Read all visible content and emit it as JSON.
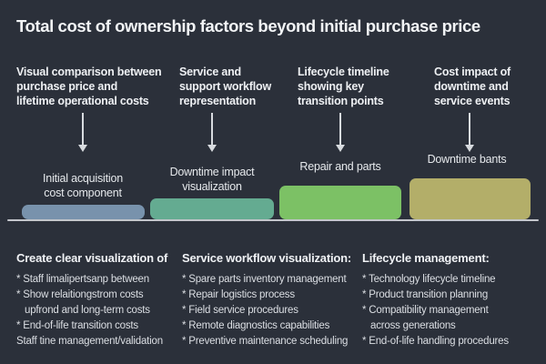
{
  "title": "Total cost of ownership factors beyond initial purchase price",
  "colors": {
    "background": "#2b303a",
    "title_text": "#f2f4f6",
    "body_text": "#dcdfe4",
    "arrow": "#d8dbdf",
    "baseline": "#c3c6cb",
    "bar_blue": "#7892ac",
    "bar_teal": "#64ab91",
    "bar_green": "#7cc165",
    "bar_olive": "#b3ae69"
  },
  "top_columns": [
    {
      "header": "Visual comparison between\npurchase price and\nlifetime operational costs",
      "bar_label": "Initial acquisition\ncost component"
    },
    {
      "header": "Service and\nsupport workflow\nrepresentation",
      "bar_label": "Downtime impact\nvisualization"
    },
    {
      "header": "Lifecycle timeline\nshowing key\ntransition points",
      "bar_label": "Repair and parts"
    },
    {
      "header": "Cost impact of\ndowntime and\nservice events",
      "bar_label": "Downtime bants"
    }
  ],
  "chart_data": {
    "type": "bar",
    "categories": [
      "Initial acquisition cost component",
      "Downtime impact visualization",
      "Repair and parts",
      "Downtime bants"
    ],
    "values": [
      16,
      23,
      37,
      45
    ],
    "value_unit": "relative bar height in px (no numeric axis shown)",
    "colors": [
      "#7892ac",
      "#64ab91",
      "#7cc165",
      "#b3ae69"
    ],
    "title": "Total cost of ownership factors beyond initial purchase price",
    "xlabel": "",
    "ylabel": "",
    "grid": false,
    "legend": false,
    "baseline_axis": true
  },
  "bottom_columns": [
    {
      "heading": "Create clear visualization of",
      "items": [
        "* Staff limalipertsanp between",
        "* Show relaitiongstrom costs\nupfrond and long-term costs",
        "* End-of-life transition costs",
        "Staff tine management/validation"
      ]
    },
    {
      "heading": "Service workflow visualization:",
      "items": [
        "* Spare parts inventory management",
        "* Repair logistics process",
        "* Field service procedures",
        "* Remote diagnostics capabilities",
        "* Preventive maintenance scheduling"
      ]
    },
    {
      "heading": "Lifecycle management:",
      "items": [
        "* Technology lifecycle timeline",
        "* Product transition planning",
        "* Compatibility management\nacross generations",
        "* End-of-life handling procedures"
      ]
    }
  ]
}
